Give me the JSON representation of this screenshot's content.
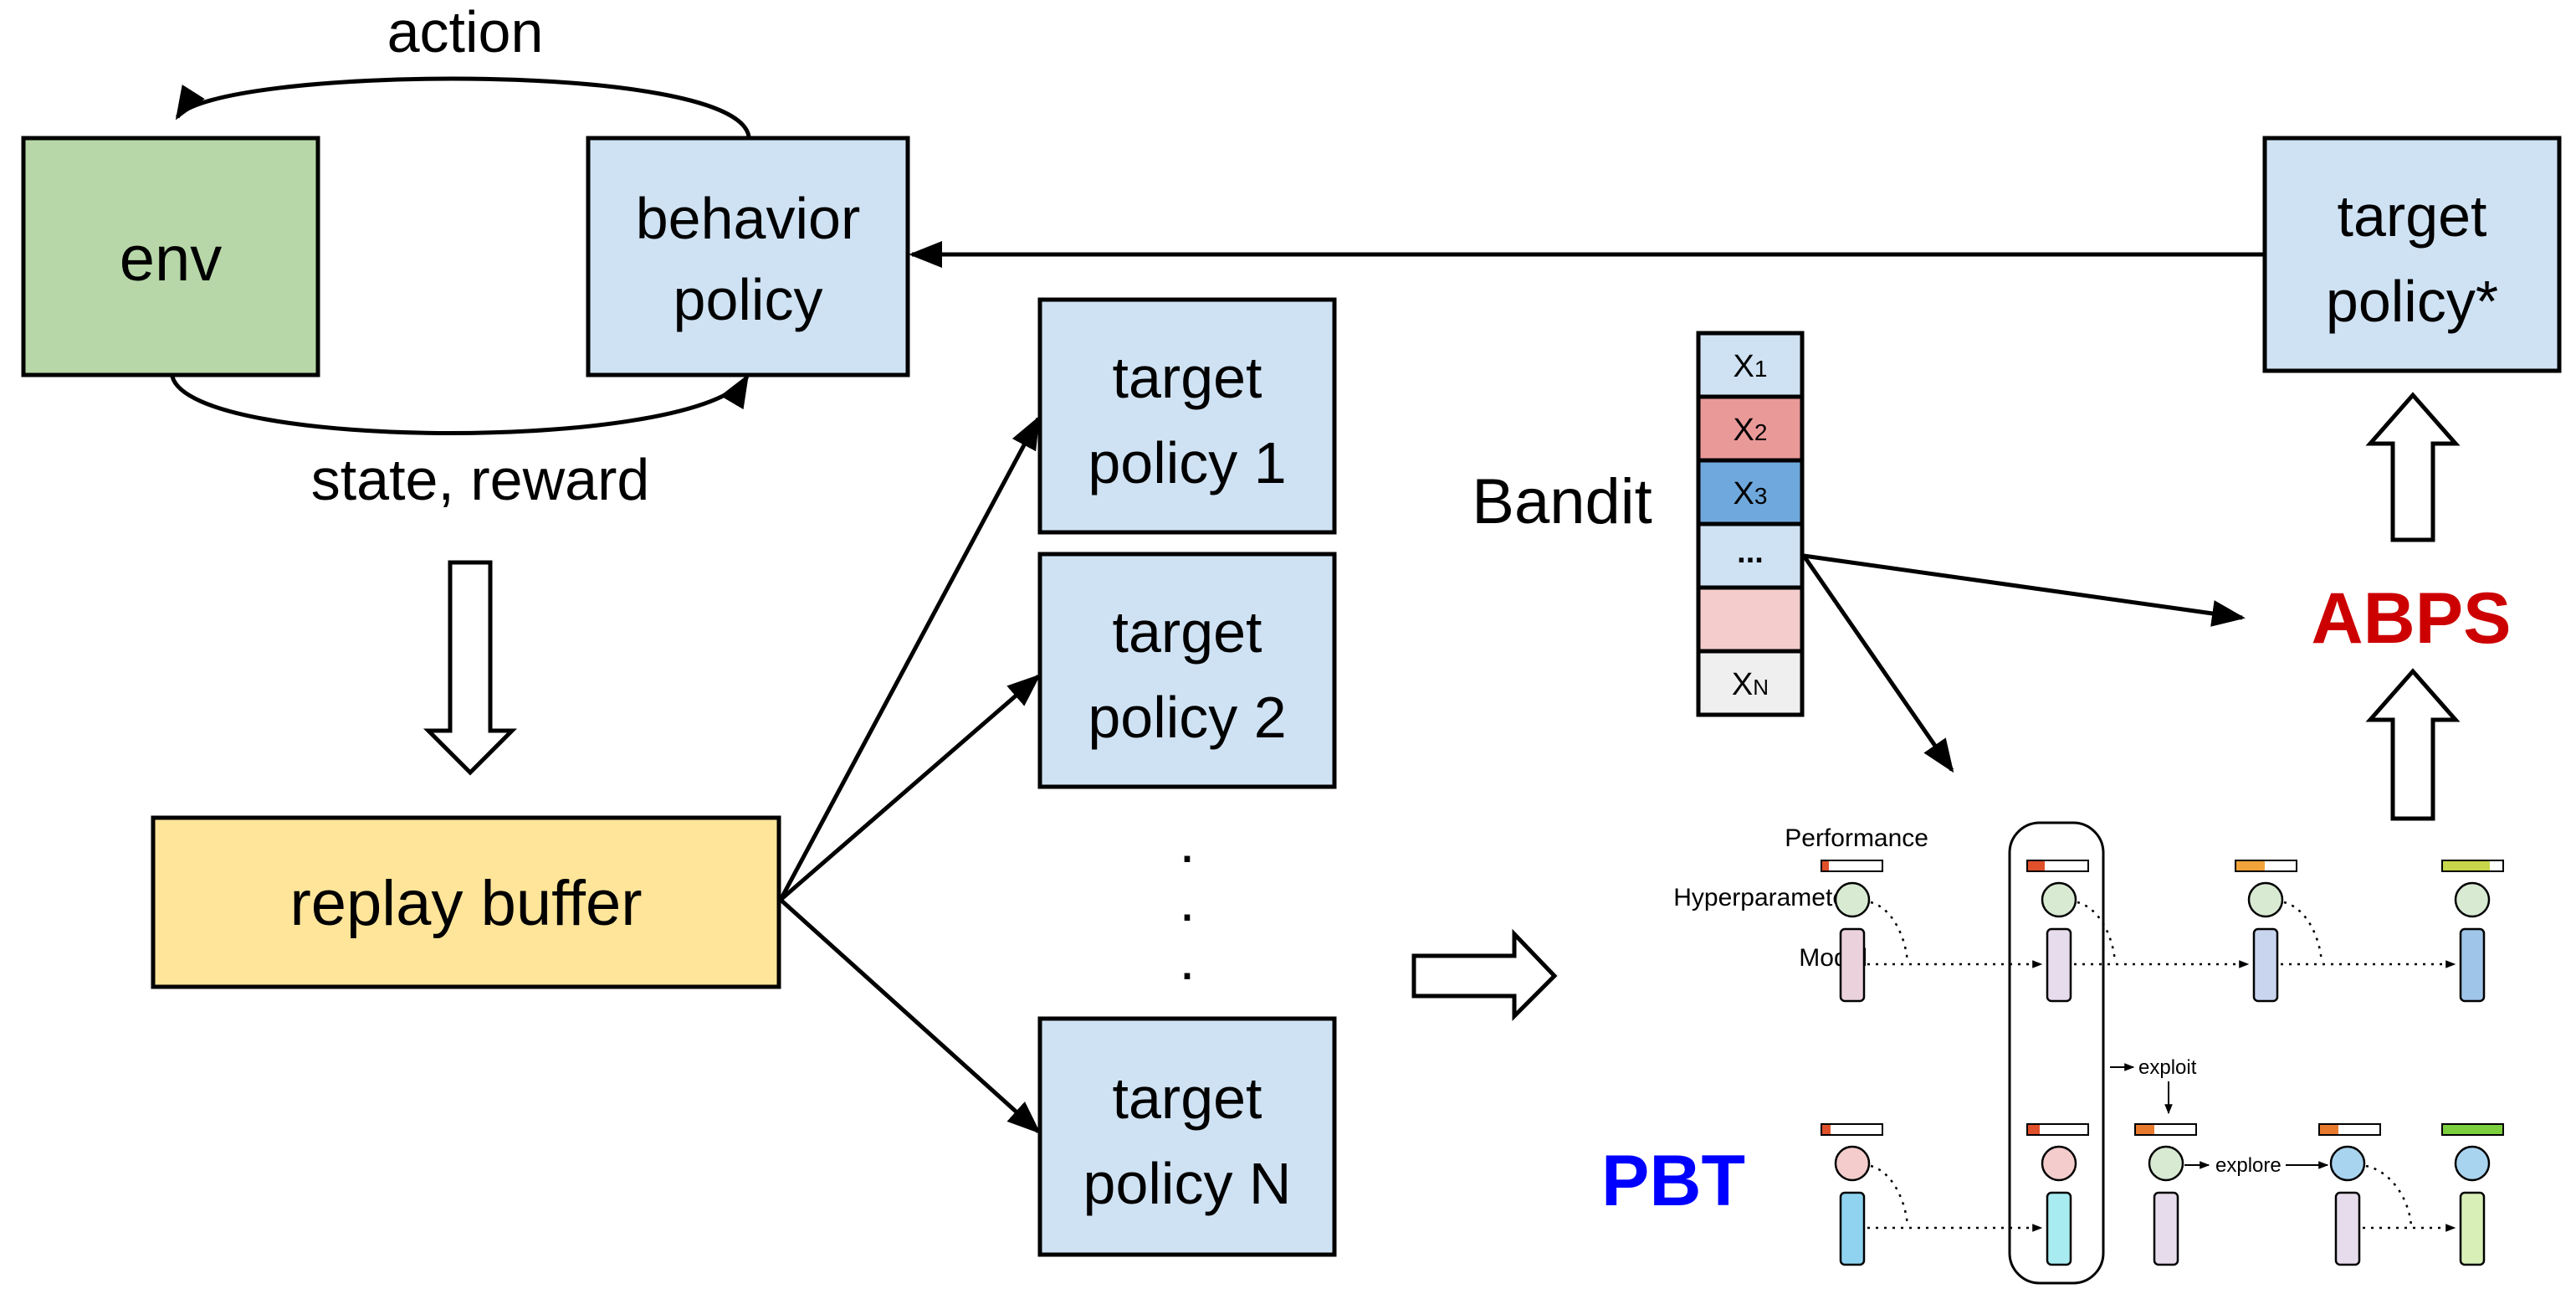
{
  "colors": {
    "env": "#b7d7a8",
    "policy_box": "#cfe2f3",
    "replay_buffer": "#ffe599",
    "bandit_x1": "#cfe2f3",
    "bandit_x2": "#ea9999",
    "bandit_x3": "#6fa8dc",
    "bandit_dots": "#cfe2f3",
    "bandit_pink": "#f4cccc",
    "bandit_xn": "#efefef",
    "abps": "#cc0000",
    "pbt": "#0000ff"
  },
  "nodes": {
    "env": "env",
    "behavior_policy": [
      "behavior",
      "policy"
    ],
    "target_policy_star": [
      "target",
      "policy*"
    ],
    "target_policy_1": [
      "target",
      "policy 1"
    ],
    "target_policy_2": [
      "target",
      "policy 2"
    ],
    "target_policy_n": [
      "target",
      "policy N"
    ],
    "replay_buffer": "replay buffer",
    "ellipsis": ":",
    "ellipsis2": "."
  },
  "edges": {
    "action": "action",
    "state_reward": "state, reward"
  },
  "bandit": {
    "label": "Bandit",
    "cells": [
      {
        "main": "X",
        "sub": "1",
        "color_key": "bandit_x1"
      },
      {
        "main": "X",
        "sub": "2",
        "color_key": "bandit_x2"
      },
      {
        "main": "X",
        "sub": "3",
        "color_key": "bandit_x3"
      },
      {
        "main": "...",
        "sub": "",
        "color_key": "bandit_dots"
      },
      {
        "main": "",
        "sub": "",
        "color_key": "bandit_pink"
      },
      {
        "main": "X",
        "sub": "N",
        "color_key": "bandit_xn"
      }
    ]
  },
  "abps_label": "ABPS",
  "pbt": {
    "label": "PBT",
    "performance": "Performance",
    "hyperparameters": "Hyperparameters",
    "model": "Model",
    "exploit": "exploit",
    "explore": "explore"
  }
}
